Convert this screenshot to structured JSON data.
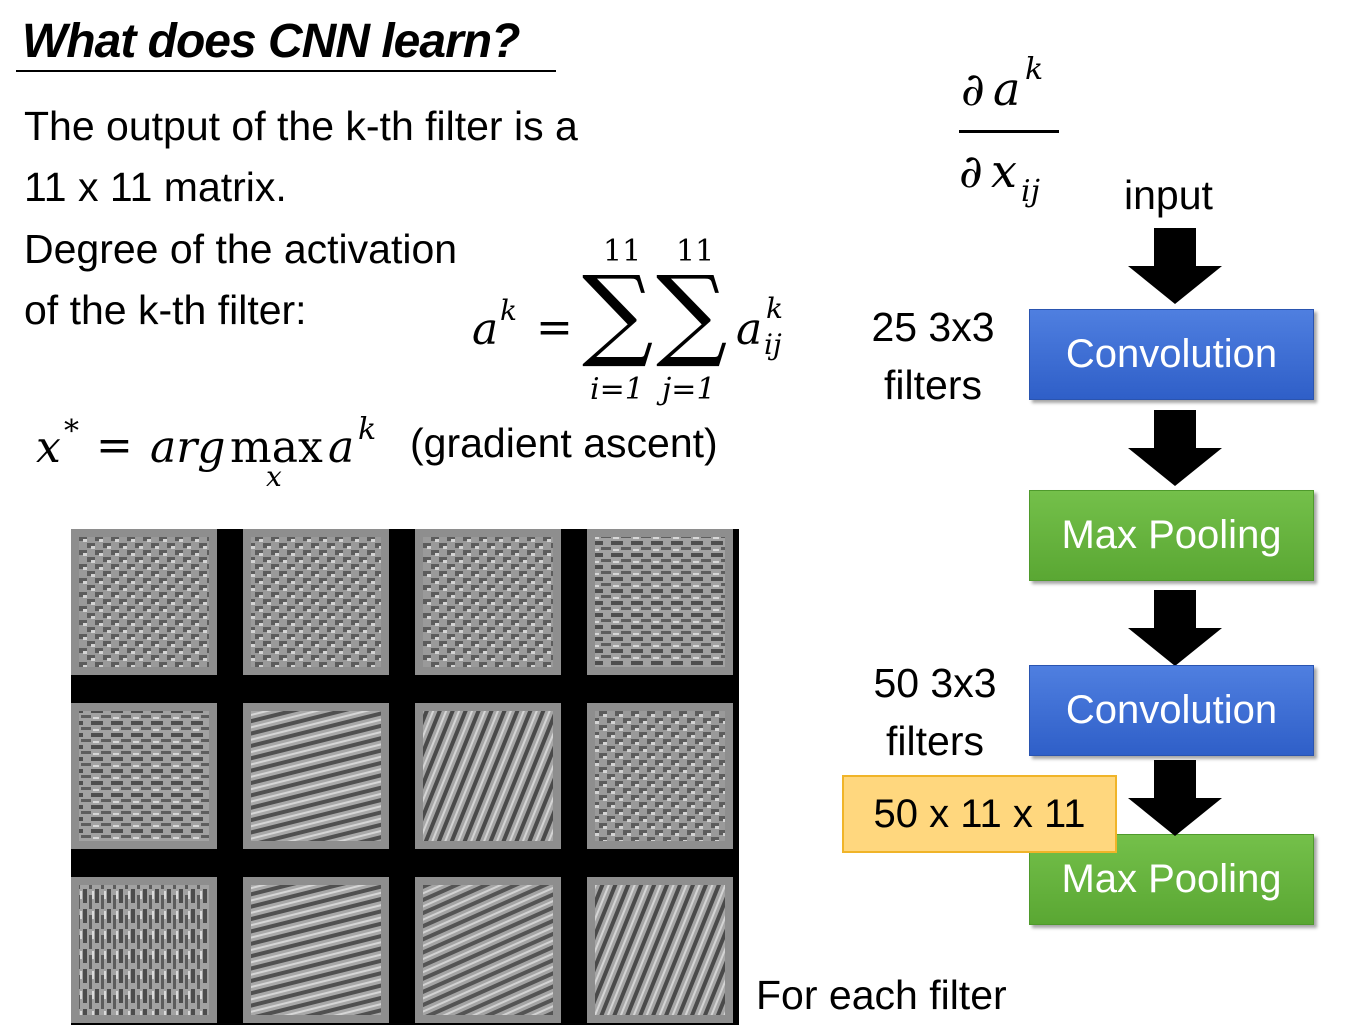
{
  "title": "What does CNN learn?",
  "body": {
    "line1": "The output of the k-th filter is a",
    "line2": "11 x 11 matrix.",
    "line3": "Degree of the activation",
    "line4": "of the k-th filter:"
  },
  "formula_sum": {
    "lhs_var": "a",
    "lhs_sup": "k",
    "equals": "=",
    "sum1_upper": "11",
    "sum1_lower": "i=1",
    "sum2_upper": "11",
    "sum2_lower": "j=1",
    "term_var": "a",
    "term_sup": "k",
    "term_sub": "ij"
  },
  "formula_argmax": {
    "lhs": "x",
    "lhs_sup": "*",
    "equals": "=",
    "arg": "arg",
    "max": "max",
    "max_sub": "x",
    "var": "a",
    "var_sup": "k",
    "note": "(gradient ascent)"
  },
  "derivative": {
    "numerator_var": "a",
    "numerator_sup": "k",
    "denominator_var": "x",
    "denominator_sub": "ij",
    "partial": "∂"
  },
  "diagram": {
    "input_label": "input",
    "boxes": [
      {
        "label": "Convolution",
        "kind": "conv",
        "color": "#3b6fd4"
      },
      {
        "label": "Max Pooling",
        "kind": "pool",
        "color": "#62b038"
      },
      {
        "label": "Convolution",
        "kind": "conv",
        "color": "#3b6fd4"
      },
      {
        "label": "Max Pooling",
        "kind": "pool",
        "color": "#62b038"
      }
    ],
    "conv1_filters_line1": "25 3x3",
    "conv1_filters_line2": "filters",
    "conv2_filters_line1": "50 3x3",
    "conv2_filters_line2": "filters",
    "shape_label": "50 x 11 x 11",
    "shape_color": "#ffd77e"
  },
  "filter_images": {
    "rows": 3,
    "cols": 4,
    "caption": "For each filter",
    "patterns": [
      "checker",
      "checker",
      "checker",
      "horizontal",
      "horizontal",
      "diagonal-shallow",
      "diagonal-steep",
      "checker",
      "vertical",
      "diagonal-shallow",
      "diagonal-mid",
      "diagonal-steep"
    ]
  }
}
